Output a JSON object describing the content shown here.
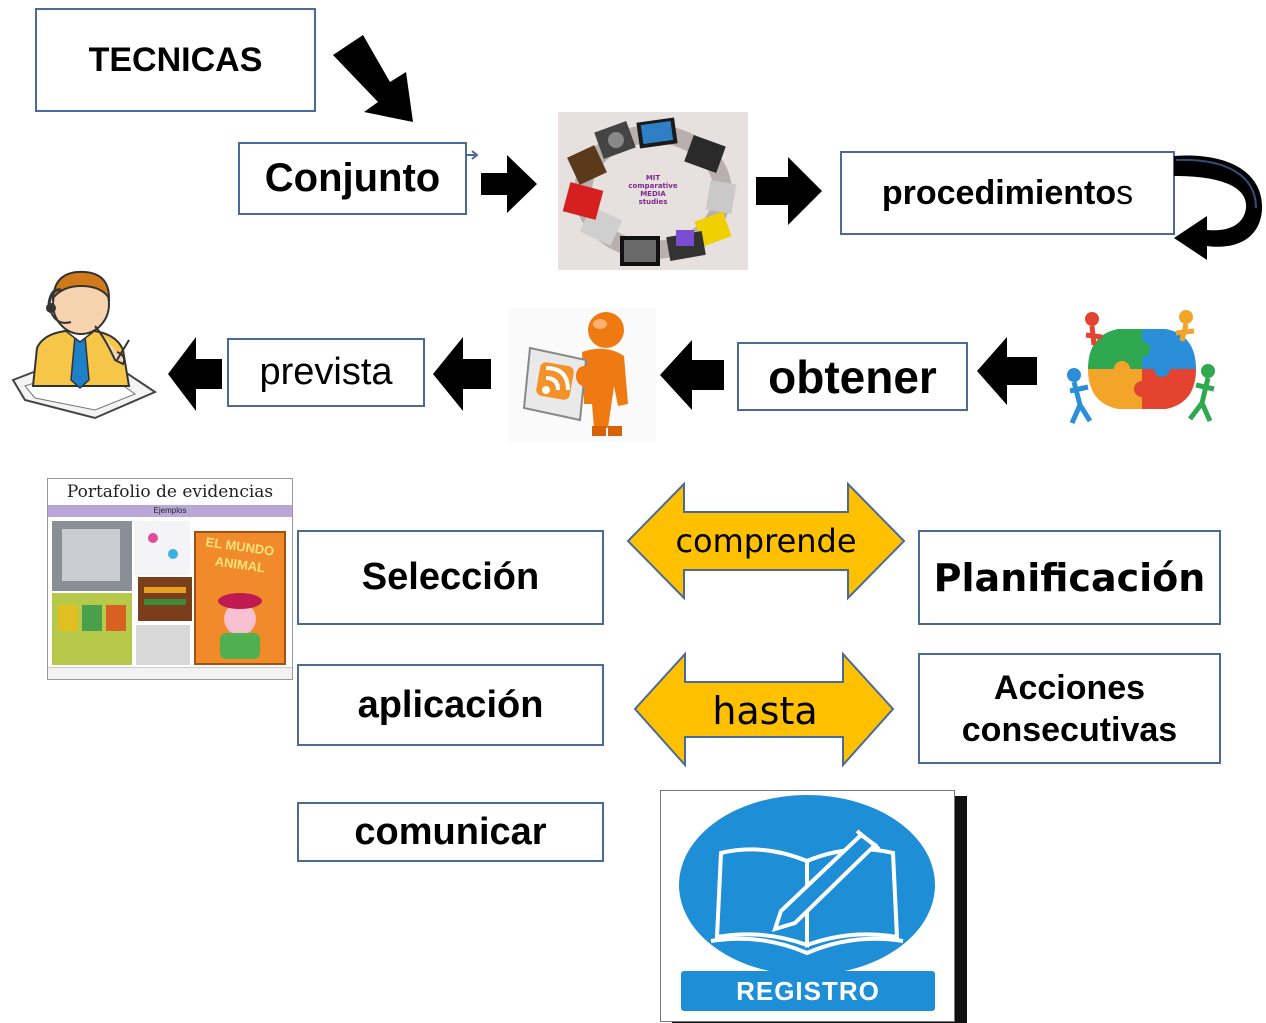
{
  "boxes": {
    "tecnicas": "TECNICAS",
    "conjunto": "Conjunto",
    "procedimientos_main": "procedimiento",
    "procedimientos_tail": "s",
    "prevista": "prevista",
    "obtener": "obtener",
    "seleccion": "Selección",
    "planificacion": "Planificación",
    "aplicacion": "aplicación",
    "acciones_line1": "Acciones",
    "acciones_line2": "consecutivas",
    "comunicar": "comunicar"
  },
  "connectors": {
    "comprende": "comprende",
    "hasta": "hasta"
  },
  "images": {
    "media_studies": {
      "line1": "MIT",
      "line2": "comparative",
      "line3": "MEDIA",
      "line4": "studies"
    },
    "portfolio": {
      "title": "Portafolio de evidencias",
      "subtitle": "Ejemplos",
      "book_line1": "EL MUNDO",
      "book_line2": "ANIMAL"
    },
    "registro": "REGISTRO"
  },
  "colors": {
    "box_border": "#4a6b9a",
    "arrow_black": "#000000",
    "double_arrow_fill": "#ffc000",
    "registro_blue": "#1e8fd6"
  },
  "icons": [
    "thinking-person-icon",
    "reader-rss-icon",
    "puzzle-team-icon",
    "registro-book-icon"
  ]
}
